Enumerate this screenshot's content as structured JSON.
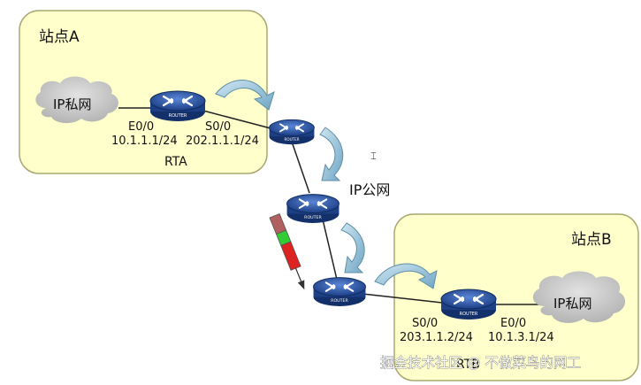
{
  "sites": {
    "a": {
      "label": "站点A"
    },
    "b": {
      "label": "站点B"
    }
  },
  "clouds": {
    "a": {
      "label": "IP私网"
    },
    "b": {
      "label": "IP私网"
    },
    "public": {
      "label": "IP公网"
    }
  },
  "routers": {
    "rta": {
      "label": "RTA",
      "icon_text": "ROUTER"
    },
    "r1": {
      "icon_text": "ROUTER"
    },
    "r2": {
      "icon_text": "ROUTER"
    },
    "r3": {
      "icon_text": "ROUTER"
    },
    "rtb": {
      "label": "RTB",
      "icon_text": "ROUTER"
    }
  },
  "interfaces": {
    "rta_e0": {
      "name": "E0/0",
      "ip": "10.1.1.1/24"
    },
    "rta_s0": {
      "name": "S0/0",
      "ip": "202.1.1.1/24"
    },
    "rtb_s0": {
      "name": "S0/0",
      "ip": "203.1.1.2/24"
    },
    "rtb_e0": {
      "name": "E0/0",
      "ip": "10.1.3.1/24"
    }
  },
  "watermark": {
    "text": "掘金技术社区 @ 不做菜鸟的网工"
  },
  "colors": {
    "site_fill": "#ffffcc",
    "site_stroke": "#999966",
    "cloud_fill": "#c8c8c8",
    "router_fill": "#2b4f9e",
    "arrow_fill": "#8ab8d0",
    "packet_red": "#dd2222",
    "packet_green": "#33cc33",
    "packet_gray": "#b06060"
  }
}
